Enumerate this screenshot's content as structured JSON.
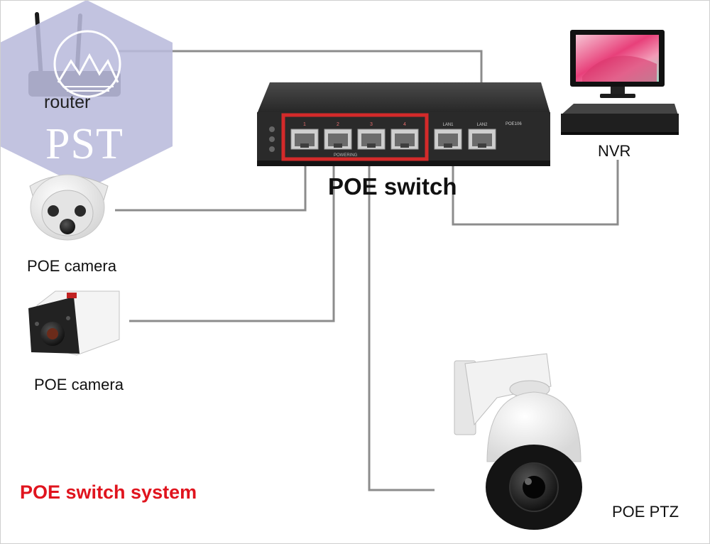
{
  "title": "POE switch system",
  "watermark": {
    "text": "PST",
    "fill": "#b9bbdc"
  },
  "switch": {
    "label": "POE switch",
    "ports": [
      "1",
      "2",
      "3",
      "4"
    ],
    "lan_ports": [
      "LAN1",
      "LAN2"
    ],
    "port_group_label": "POWERING",
    "model_text": "POE106",
    "body_color": "#2a2a2a",
    "highlight_color": "#d42a2a"
  },
  "devices": {
    "router": "router",
    "nvr": "NVR",
    "camera_1": "POE camera",
    "camera_2": "POE camera",
    "ptz": "POE PTZ"
  },
  "colors": {
    "cable": "#8c8c8c",
    "title": "#e0141e"
  }
}
